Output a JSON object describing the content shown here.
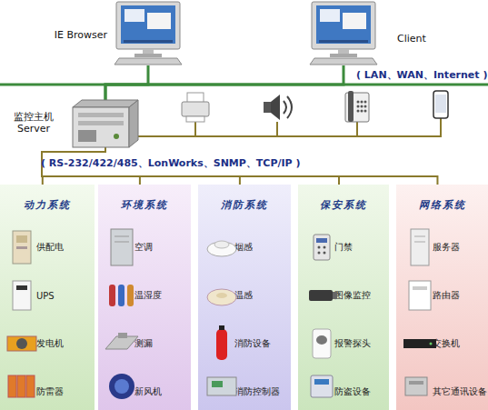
{
  "diagram": {
    "nodes": [
      {
        "text": [
          "IE Browser"
        ]
      },
      {
        "text": [
          "Client"
        ]
      },
      {
        "text": [
          "监控主机 Server"
        ]
      },
      {
        "text": [
          "动力系统"
        ]
      },
      {
        "text": [
          "供配电"
        ],
        "in": 3
      },
      {
        "text": [
          "UPS"
        ],
        "in": 3
      },
      {
        "text": [
          "发电机"
        ],
        "in": 3
      },
      {
        "text": [
          "防雷器"
        ],
        "in": 3
      },
      {
        "text": [
          "环境系统"
        ]
      },
      {
        "text": [
          "空调"
        ],
        "in": 8
      },
      {
        "text": [
          "温湿度"
        ],
        "in": 8
      },
      {
        "text": [
          "测漏"
        ],
        "in": 8
      },
      {
        "text": [
          "新风机"
        ],
        "in": 8
      },
      {
        "text": [
          "消防系统"
        ]
      },
      {
        "text": [
          "烟感"
        ],
        "in": 13
      },
      {
        "text": [
          "温感"
        ],
        "in": 13
      },
      {
        "text": [
          "消防设备"
        ],
        "in": 13
      },
      {
        "text": [
          "消防控制器"
        ],
        "in": 13
      },
      {
        "text": [
          "保安系统"
        ]
      },
      {
        "text": [
          "门禁"
        ],
        "in": 18
      },
      {
        "text": [
          "图像监控"
        ],
        "in": 18
      },
      {
        "text": [
          "报警探头"
        ],
        "in": 18
      },
      {
        "text": [
          "防盗设备"
        ],
        "in": 18
      },
      {
        "text": [
          "网络系统"
        ]
      },
      {
        "text": [
          "服务器"
        ],
        "in": 23
      },
      {
        "text": [
          "路由器"
        ],
        "in": 23
      },
      {
        "text": [
          "交换机"
        ],
        "in": 23
      },
      {
        "text": [
          "其它通讯设备"
        ],
        "in": 23
      }
    ],
    "edges": [
      {
        "from": 2,
        "to": 0,
        "arrow": "none"
      },
      {
        "from": 2,
        "to": 1,
        "arrow": "none"
      },
      {
        "from": 2,
        "to": 3,
        "arrow": "none"
      },
      {
        "from": 2,
        "to": 8,
        "arrow": "none"
      },
      {
        "from": 2,
        "to": 13,
        "arrow": "none"
      },
      {
        "from": 2,
        "to": 18,
        "arrow": "none"
      },
      {
        "from": 2,
        "to": 23,
        "arrow": "none"
      }
    ],
    "labels": [
      "( LAN、WAN、Internet )",
      "( RS-232/422/485、LonWorks、SNMP、TCP/IP )"
    ]
  }
}
